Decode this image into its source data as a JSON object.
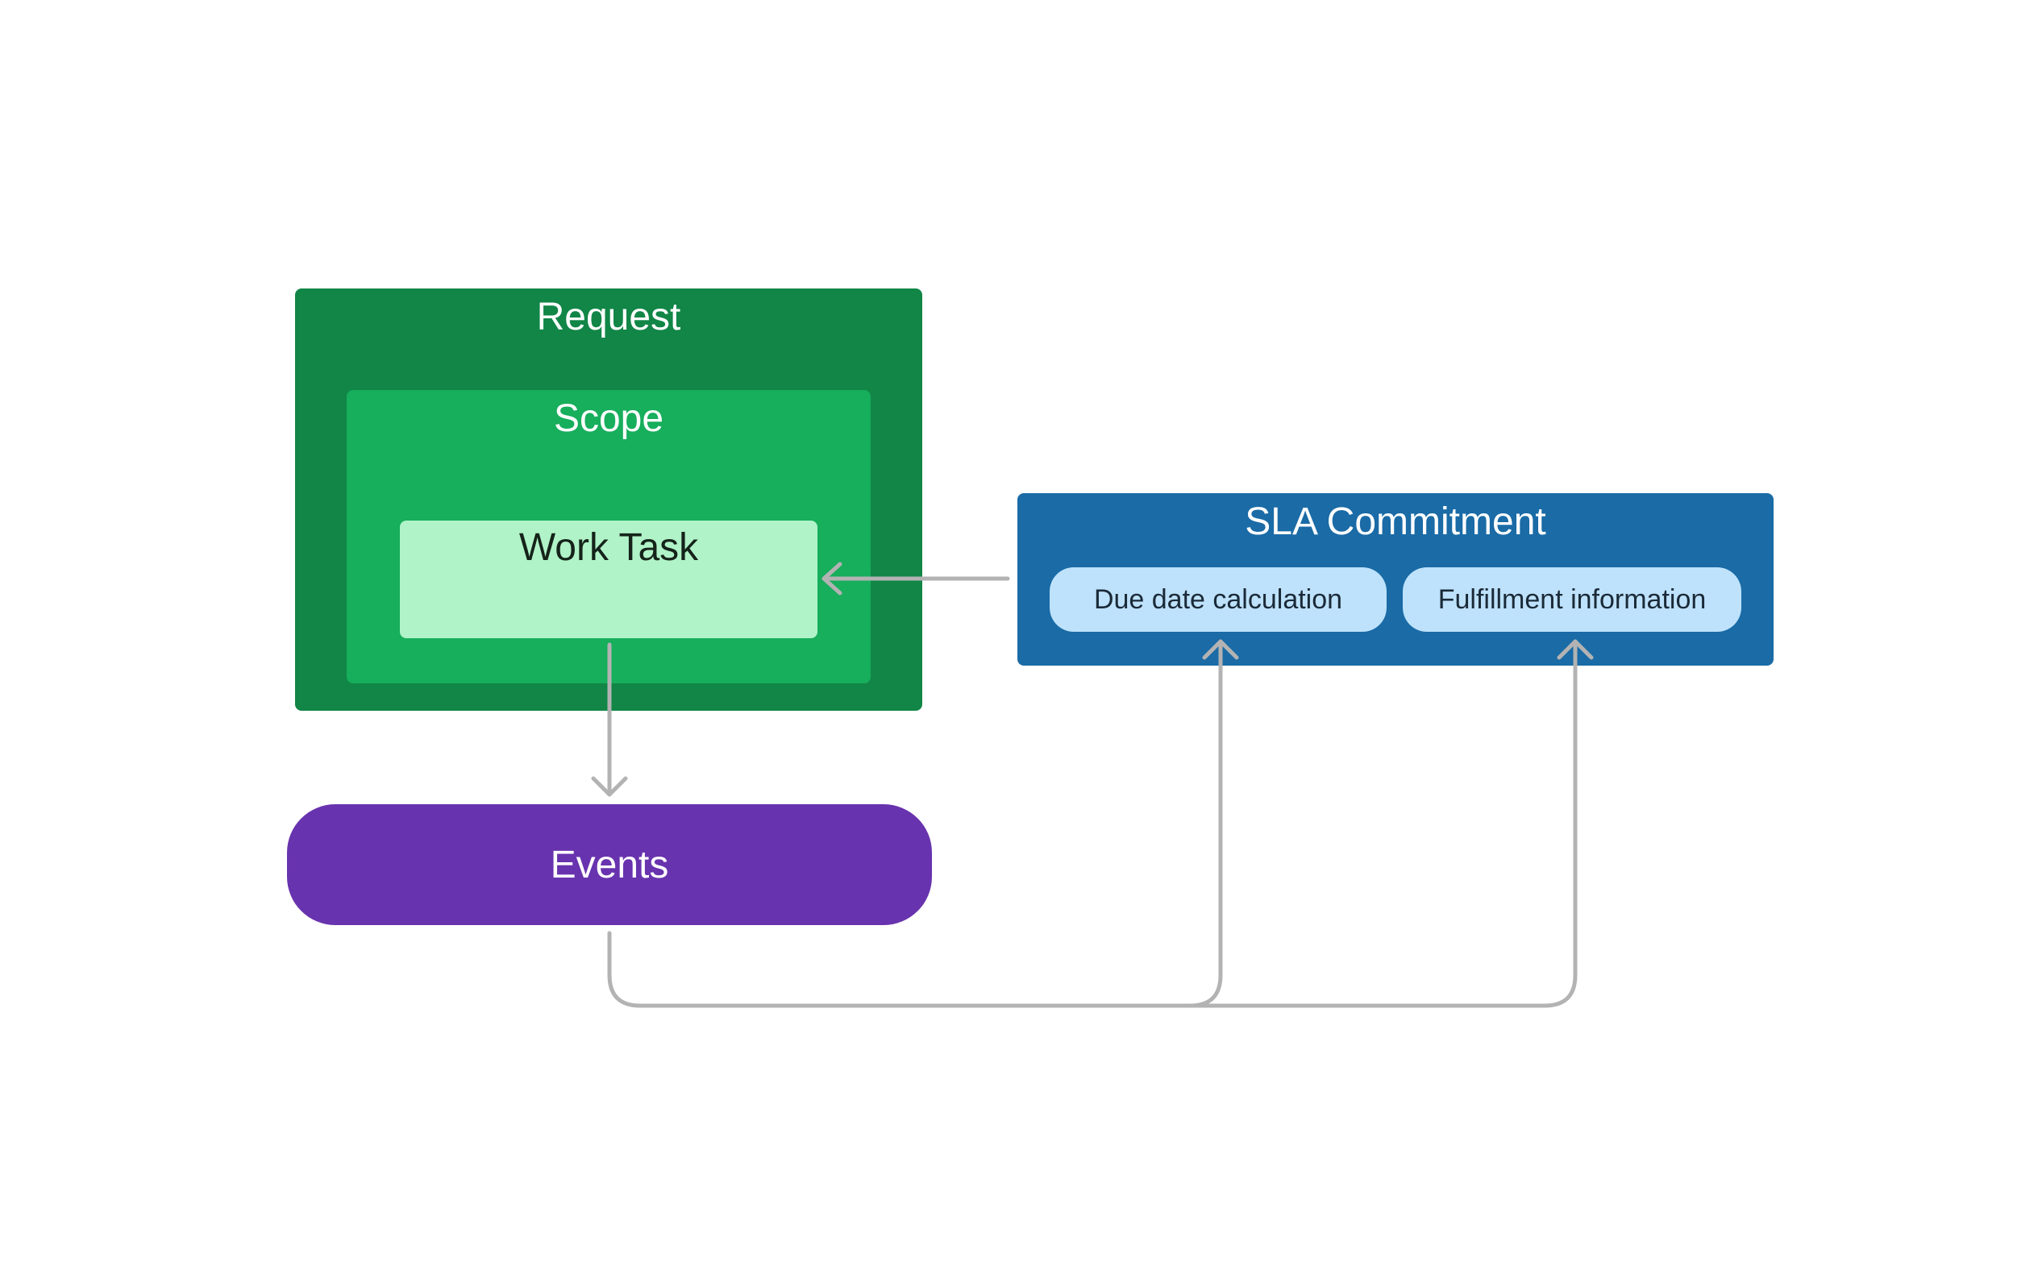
{
  "diagram": {
    "request": {
      "label": "Request"
    },
    "scope": {
      "label": "Scope"
    },
    "work_task": {
      "label": "Work Task"
    },
    "sla_commitment": {
      "label": "SLA Commitment",
      "due_date": {
        "label": "Due date calculation"
      },
      "fulfillment": {
        "label": "Fulfillment information"
      }
    },
    "events": {
      "label": "Events"
    }
  },
  "colors": {
    "request": "#118647",
    "scope": "#17ae5c",
    "work_task": "#b0f3c8",
    "sla_commitment": "#1a6ba6",
    "sla_items": "#bee2fb",
    "events": "#6833ae",
    "connector": "#b3b3b3"
  }
}
